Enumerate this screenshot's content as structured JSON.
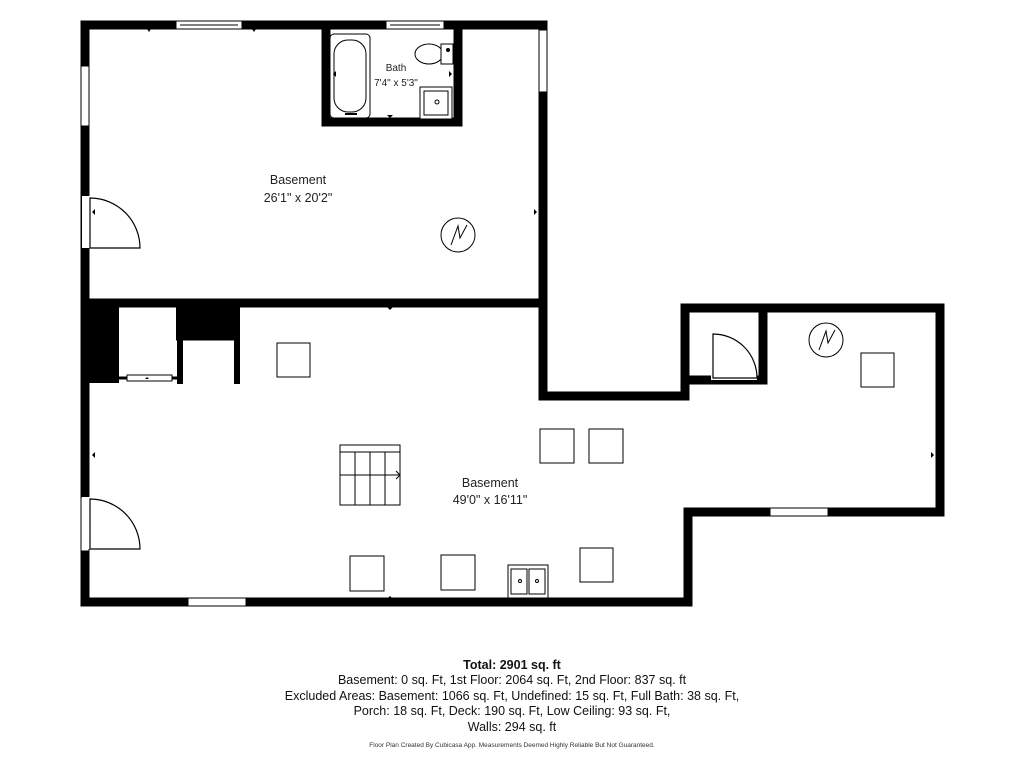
{
  "rooms": {
    "bath": {
      "name": "Bath",
      "dims": "7'4\" x 5'3\""
    },
    "basement_upper": {
      "name": "Basement",
      "dims": "26'1\" x 20'2\""
    },
    "basement_lower": {
      "name": "Basement",
      "dims": "49'0\" x 16'11\""
    }
  },
  "summary": {
    "total": "Total: 2901 sq. ft",
    "line1": "Basement: 0 sq. Ft, 1st Floor: 2064 sq. Ft, 2nd Floor: 837 sq. ft",
    "line2": "Excluded Areas: Basement: 1066 sq. Ft, Undefined: 15 sq. Ft, Full Bath: 38 sq. Ft,",
    "line3": "Porch: 18 sq. Ft, Deck: 190 sq. Ft, Low Ceiling: 93 sq. Ft,",
    "line4": "Walls: 294 sq. ft"
  },
  "disclaimer": "Floor Plan Created By Cubicasa App. Measurements Deemed Highly Reliable But Not Guaranteed."
}
